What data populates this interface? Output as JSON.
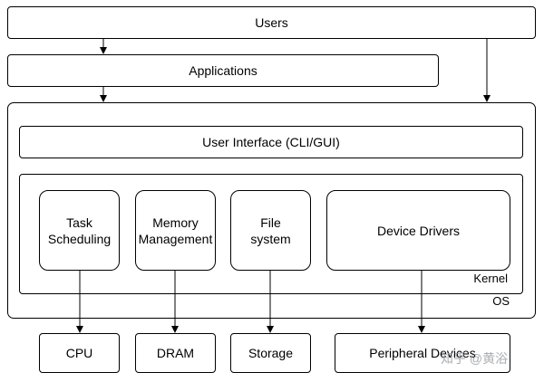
{
  "diagram": {
    "users": "Users",
    "applications": "Applications",
    "os_label": "OS",
    "user_interface": "User Interface (CLI/GUI)",
    "kernel_label": "Kernel",
    "modules": {
      "task_scheduling": "Task\nScheduling",
      "memory_management": "Memory\nManagement",
      "file_system": "File\nsystem",
      "device_drivers": "Device Drivers"
    },
    "hardware": {
      "cpu": "CPU",
      "dram": "DRAM",
      "storage": "Storage",
      "peripheral_devices": "Peripheral Devices"
    }
  },
  "watermark": "知乎 @黄浴"
}
